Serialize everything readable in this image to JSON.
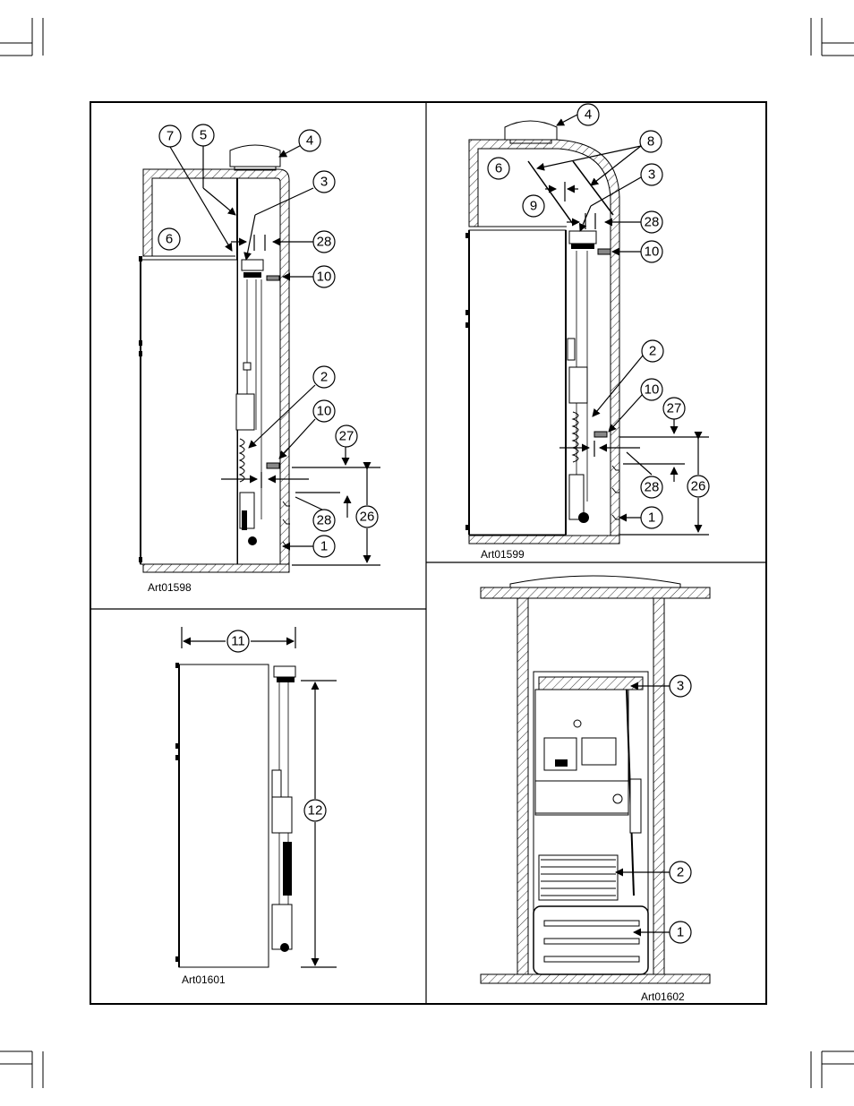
{
  "figures": {
    "top_left": {
      "caption": "Art01598",
      "callouts": {
        "c7": "7",
        "c5": "5",
        "c4": "4",
        "c3": "3",
        "c6": "6",
        "c28a": "28",
        "c10a": "10",
        "c2": "2",
        "c10b": "10",
        "c27": "27",
        "c28b": "28",
        "c26": "26",
        "c1": "1"
      }
    },
    "top_right": {
      "caption": "Art01599",
      "callouts": {
        "c4": "4",
        "c8": "8",
        "c6": "6",
        "c3": "3",
        "c9": "9",
        "c28a": "28",
        "c10a": "10",
        "c2": "2",
        "c10b": "10",
        "c27": "27",
        "c28b": "28",
        "c26": "26",
        "c1": "1"
      }
    },
    "bottom_left": {
      "caption": "Art01601",
      "callouts": {
        "c11": "11",
        "c12": "12"
      }
    },
    "bottom_right": {
      "caption": "Art01602",
      "callouts": {
        "c3": "3",
        "c2": "2",
        "c1": "1"
      }
    }
  }
}
